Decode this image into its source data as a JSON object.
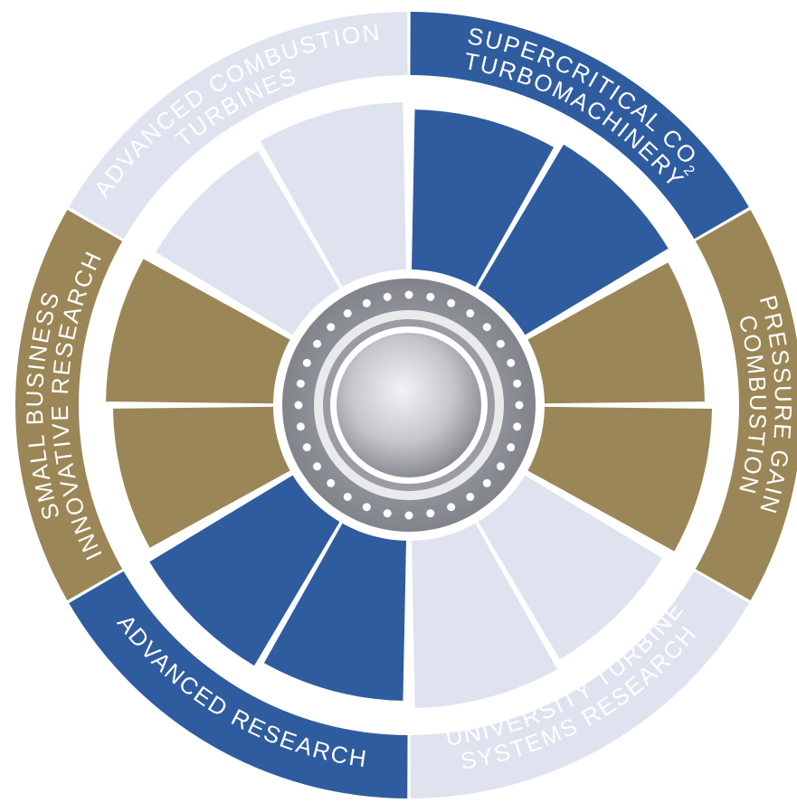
{
  "colors": {
    "blue": "#2f5c9e",
    "gold": "#9b8657",
    "light": "#dfe3ef",
    "hub_outer": "#8f9299",
    "hub_inner": "#d2d4d8",
    "dot": "#ffffff",
    "background": "#ffffff"
  },
  "segments": [
    {
      "id": "supercritical",
      "color": "blue",
      "label_lines": [
        "SUPERCRITICAL CO",
        "TURBOMACHINERY"
      ],
      "label_subscript": "2"
    },
    {
      "id": "pressure-gain",
      "color": "gold",
      "label_lines": [
        "PRESSURE GAIN",
        "COMBUSTION"
      ]
    },
    {
      "id": "university-turbine",
      "color": "light",
      "label_lines": [
        "UNIVERSITY TURBINE",
        "SYSTEMS RESEARCH"
      ]
    },
    {
      "id": "advanced-research",
      "color": "blue",
      "label_lines": [
        "ADVANCED RESEARCH"
      ]
    },
    {
      "id": "small-business",
      "color": "gold",
      "label_lines": [
        "SMALL BUSINESS",
        "INNOVATIVE RESEARCH"
      ]
    },
    {
      "id": "advanced-combustion",
      "color": "light",
      "label_lines": [
        "ADVANCED COMBUSTION",
        "TURBINES"
      ]
    }
  ]
}
